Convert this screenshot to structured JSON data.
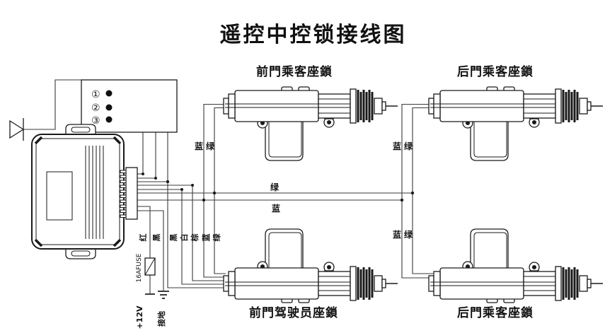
{
  "title": "遥控中控锁接线图",
  "locks": {
    "front_passenger": "前門乘客座鎖",
    "rear_passenger_top": "后門乘客座鎖",
    "front_driver": "前門驾驶员座鎖",
    "rear_passenger_bottom": "后門乘客座鎖"
  },
  "remote": {
    "buttons": [
      "①",
      "②",
      "③"
    ]
  },
  "wires": {
    "left_blue": "蓝",
    "left_green": "绿",
    "trunk_green": "绿",
    "trunk_blue": "蓝",
    "right_top_blue": "蓝",
    "right_top_green": "绿",
    "right_bottom_blue": "蓝",
    "right_bottom_green": "绿",
    "red": "红",
    "black": "黑",
    "harness": [
      "黑",
      "白",
      "棕",
      "蓝",
      "绿"
    ]
  },
  "power": {
    "fuse": "16AFUSE",
    "positive": "+12V",
    "ground": "接地"
  },
  "colors": {
    "line": "#1a1a1a",
    "background": "#ffffff"
  }
}
